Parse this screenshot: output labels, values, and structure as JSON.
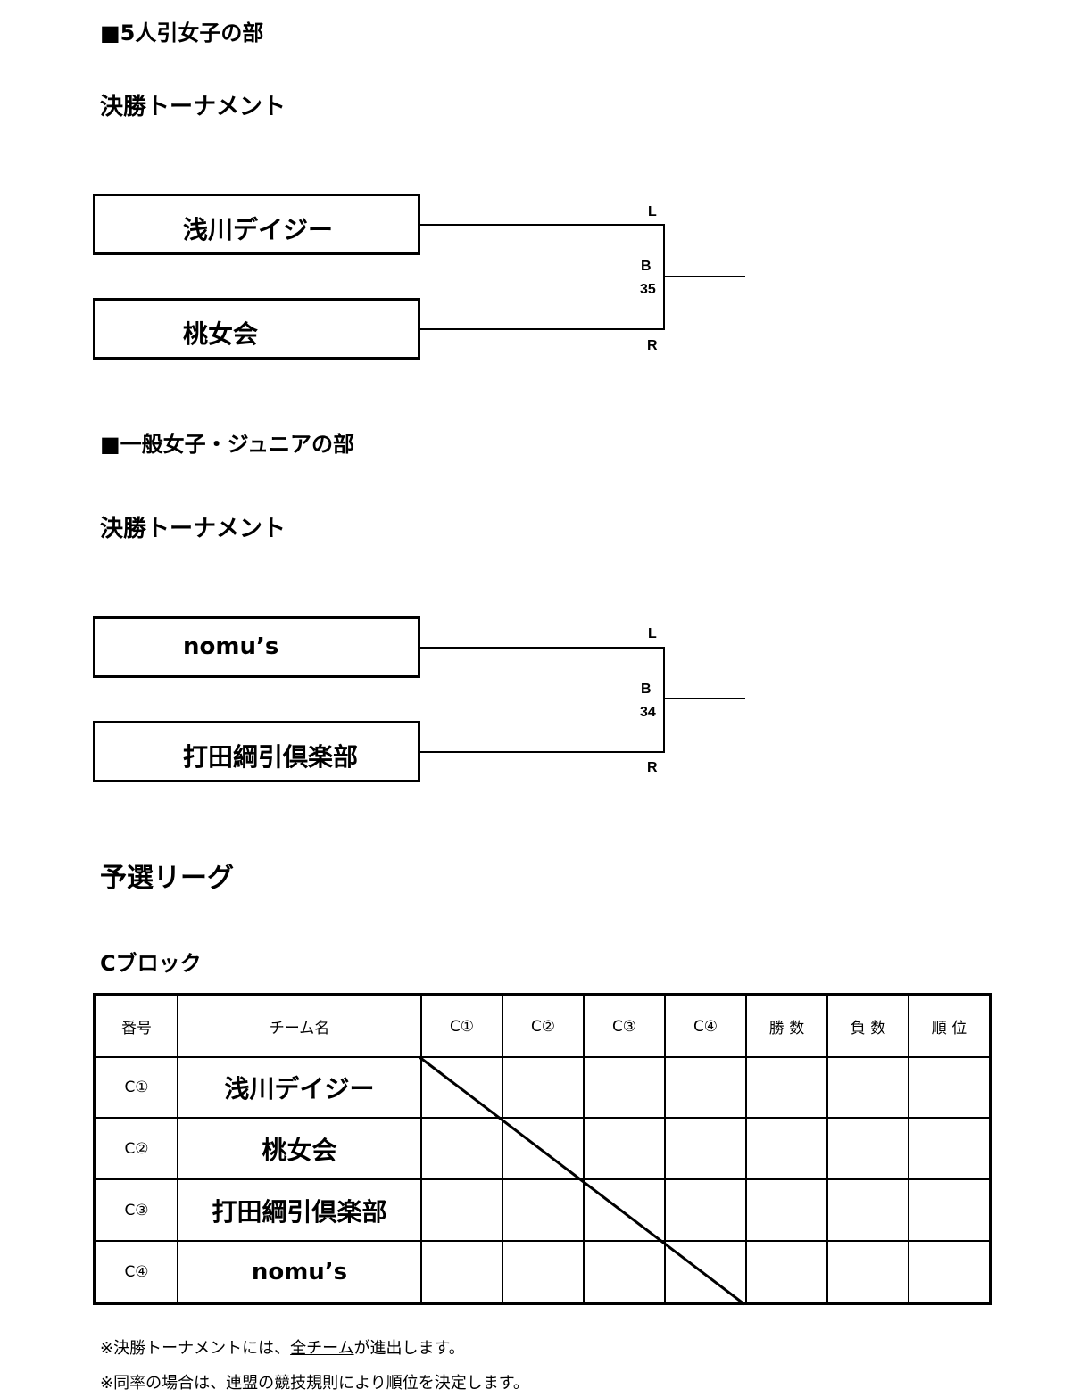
{
  "sections": [
    {
      "heading": "■5人引女子の部",
      "subheading": "決勝トーナメント",
      "teams": [
        "浅川デイジー",
        "桃女会"
      ],
      "labels": {
        "left": "L",
        "bout": "B",
        "number": "35",
        "right": "R"
      }
    },
    {
      "heading": "■一般女子・ジュニアの部",
      "subheading": "決勝トーナメント",
      "teams": [
        "nomu’s",
        "打田綱引倶楽部"
      ],
      "labels": {
        "left": "L",
        "bout": "B",
        "number": "34",
        "right": "R"
      }
    }
  ],
  "league": {
    "title": "予選リーグ",
    "block": "Cブロック",
    "headers": [
      "番号",
      "チーム名",
      "C①",
      "C②",
      "C③",
      "C④",
      "勝 数",
      "負 数",
      "順 位"
    ],
    "rows": [
      {
        "id": "C①",
        "team": "浅川デイジー"
      },
      {
        "id": "C②",
        "team": "桃女会"
      },
      {
        "id": "C③",
        "team": "打田綱引倶楽部"
      },
      {
        "id": "C④",
        "team": "nomu’s"
      }
    ]
  },
  "notes": {
    "note1_pre": "※決勝トーナメントには、",
    "note1_underlined": "全チーム",
    "note1_post": "が進出します。",
    "note2": "※同率の場合は、連盟の競技規則により順位を決定します。"
  }
}
